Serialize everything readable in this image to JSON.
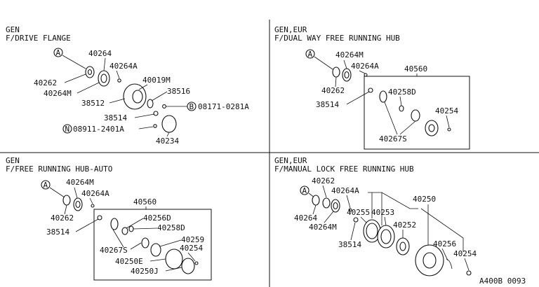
{
  "panels": [
    {
      "id": "drive-flange",
      "line1": "GEN",
      "line2": "F/DRIVE FLANGE",
      "labels": [
        "40264",
        "40264A",
        "40262",
        "40264M",
        "40019M",
        "38516",
        "38512",
        "38514",
        "08171-0281A",
        "08911-2401A",
        "40234"
      ],
      "markers": [
        "A",
        "B",
        "N"
      ]
    },
    {
      "id": "dual-way-hub",
      "line1": "GEN,EUR",
      "line2": "F/DUAL WAY FREE RUNNING HUB",
      "labels": [
        "40264M",
        "40264A",
        "40262",
        "38514",
        "40560",
        "40258D",
        "40254",
        "40267S"
      ],
      "markers": [
        "A"
      ]
    },
    {
      "id": "free-running-auto",
      "line1": "GEN",
      "line2": "F/FREE RUNNING HUB-AUTO",
      "labels": [
        "40264M",
        "40264A",
        "40262",
        "38514",
        "40560",
        "40256D",
        "40258D",
        "40259",
        "40267S",
        "40254",
        "40250E",
        "40250J"
      ],
      "markers": [
        "A"
      ]
    },
    {
      "id": "manual-lock",
      "line1": "GEN,EUR",
      "line2": "F/MANUAL LOCK FREE RUNNING HUB",
      "labels": [
        "40262",
        "40264A",
        "40250",
        "40264",
        "40255",
        "40253",
        "40264M",
        "40252",
        "38514",
        "40256",
        "40254"
      ],
      "markers": [
        "A"
      ]
    }
  ],
  "footer_code": "A400B 0093"
}
